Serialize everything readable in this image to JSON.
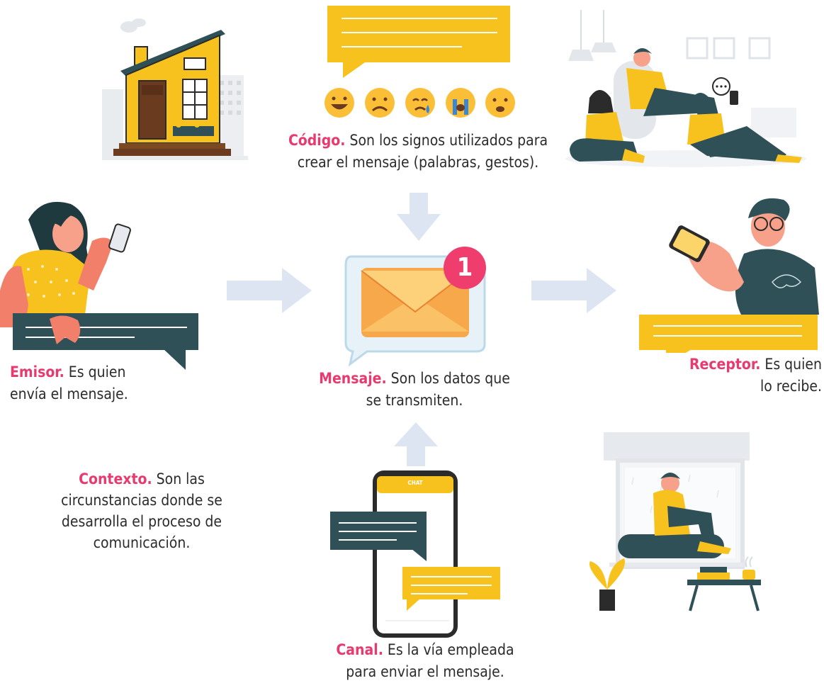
{
  "elements": {
    "codigo": {
      "term": "Código.",
      "text": " Son los signos utilizados para",
      "text2": "crear el mensaje (palabras, gestos)."
    },
    "emisor": {
      "term": "Emisor.",
      "text": " Es quien",
      "text2": "envía el mensaje."
    },
    "mensaje": {
      "term": "Mensaje.",
      "text": " Son los datos que",
      "text2": "se transmiten."
    },
    "receptor": {
      "term": "Receptor.",
      "text": " Es quien",
      "text2": "lo recibe."
    },
    "contexto": {
      "term": "Contexto.",
      "text": " Son las",
      "text2": "circunstancias donde se",
      "text3": "desarrolla el proceso de",
      "text4": "comunicación."
    },
    "canal": {
      "term": "Canal.",
      "text": " Es la vía empleada",
      "text2": "para enviar el mensaje."
    }
  },
  "notification": {
    "count": "1"
  },
  "phone": {
    "title": "CHAT"
  },
  "colors": {
    "accent": "#e73b6f",
    "yellow": "#f7c21d",
    "arrow": "#dde5f2",
    "dark_teal": "#2f5056"
  }
}
